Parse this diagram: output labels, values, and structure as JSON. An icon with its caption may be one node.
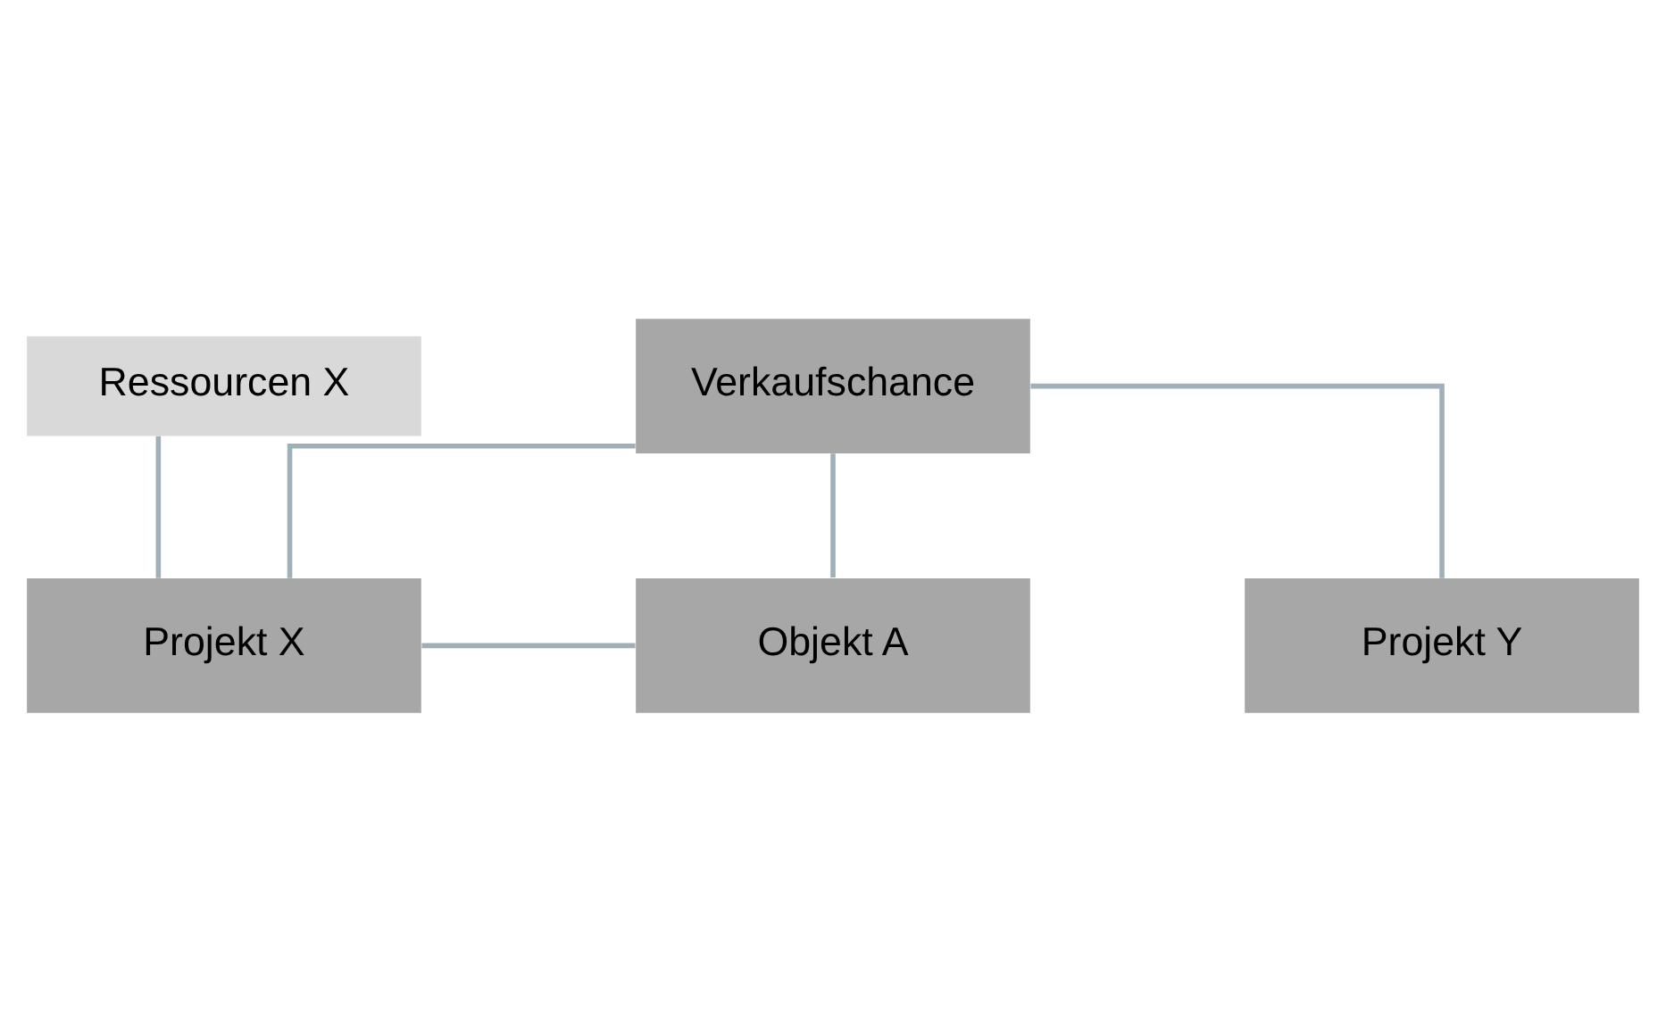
{
  "diagram": {
    "nodes": [
      {
        "text": [
          "Verkaufschance"
        ]
      },
      {
        "text": [
          "Ressourcen X"
        ]
      },
      {
        "text": [
          "Projekt X"
        ]
      },
      {
        "text": [
          "Objekt A"
        ]
      },
      {
        "text": [
          "Projekt Y"
        ]
      }
    ],
    "edges": [
      {
        "from": 0,
        "to": 2,
        "arrow": "none"
      },
      {
        "from": 0,
        "to": 4,
        "arrow": "none"
      },
      {
        "from": 0,
        "to": 3,
        "arrow": "none"
      },
      {
        "from": 1,
        "to": 2,
        "arrow": "none"
      },
      {
        "from": 2,
        "to": 3,
        "arrow": "none"
      }
    ]
  }
}
